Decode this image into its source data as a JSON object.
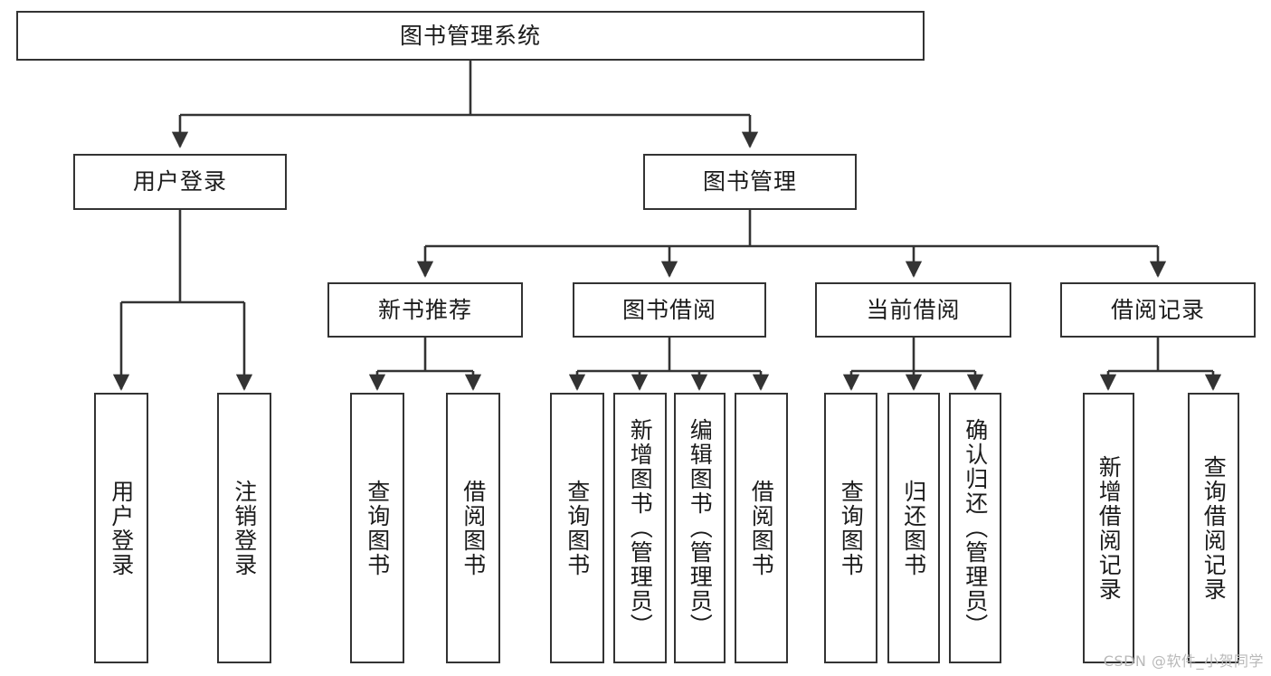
{
  "diagram": {
    "title": "图书管理系统",
    "watermark": "CSDN @软件_小贺同学",
    "colors": {
      "box_border": "#333333",
      "box_fill": "#ffffff",
      "line": "#333333",
      "text": "#1b1b1b",
      "watermark": "#b9b9b9"
    },
    "root": {
      "label": "图书管理系统"
    },
    "level2": [
      {
        "label": "用户登录"
      },
      {
        "label": "图书管理"
      }
    ],
    "level3": [
      {
        "label": "新书推荐"
      },
      {
        "label": "图书借阅"
      },
      {
        "label": "当前借阅"
      },
      {
        "label": "借阅记录"
      }
    ],
    "leaves": {
      "user_login": [
        {
          "label": "用户登录"
        },
        {
          "label": "注销登录"
        }
      ],
      "new_book": [
        {
          "label": "查询图书"
        },
        {
          "label": "借阅图书"
        }
      ],
      "book_borrow": [
        {
          "label": "查询图书"
        },
        {
          "label": "新增图书（管理员）"
        },
        {
          "label": "编辑图书（管理员）"
        },
        {
          "label": "借阅图书"
        }
      ],
      "current_borrow": [
        {
          "label": "查询图书"
        },
        {
          "label": "归还图书"
        },
        {
          "label": "确认归还（管理员）"
        }
      ],
      "borrow_record": [
        {
          "label": "新增借阅记录"
        },
        {
          "label": "查询借阅记录"
        }
      ]
    }
  }
}
